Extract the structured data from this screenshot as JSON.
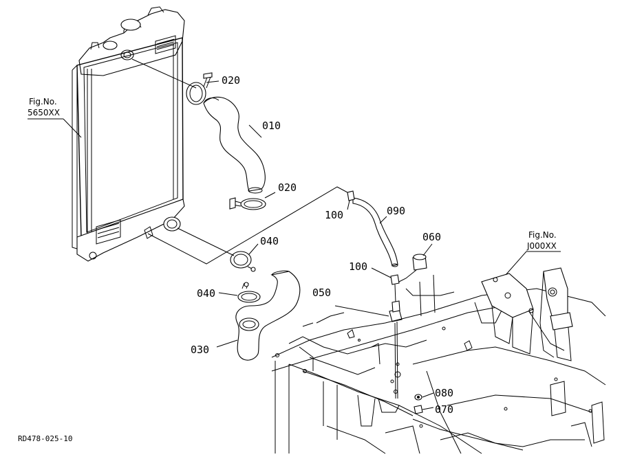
{
  "diagram": {
    "callouts": [
      {
        "id": "010",
        "text": "010"
      },
      {
        "id": "020a",
        "text": "020"
      },
      {
        "id": "020b",
        "text": "020"
      },
      {
        "id": "030",
        "text": "030"
      },
      {
        "id": "040a",
        "text": "040"
      },
      {
        "id": "040b",
        "text": "040"
      },
      {
        "id": "050",
        "text": "050"
      },
      {
        "id": "060",
        "text": "060"
      },
      {
        "id": "070",
        "text": "070"
      },
      {
        "id": "080",
        "text": "080"
      },
      {
        "id": "090",
        "text": "090"
      },
      {
        "id": "100a",
        "text": "100"
      },
      {
        "id": "100b",
        "text": "100"
      }
    ],
    "references": [
      {
        "line1": "Fig.No.",
        "line2": "5650XX"
      },
      {
        "line1": "Fig.No.",
        "line2": "J000XX"
      }
    ],
    "drawing_code": "RD478-025-10"
  }
}
